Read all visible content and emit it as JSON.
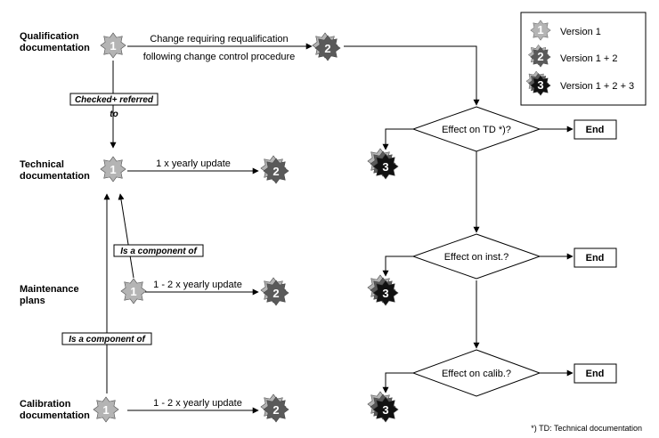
{
  "rows": {
    "qualification": [
      "Qualification",
      "documentation"
    ],
    "technical": [
      "Technical",
      "documentation"
    ],
    "maintenance": [
      "Maintenance",
      "plans"
    ],
    "calibration": [
      "Calibration",
      "documentation"
    ]
  },
  "arrows": {
    "top_line1": "Change requiring requalification",
    "top_line2": "following change control procedure",
    "technical_update": "1 x yearly update",
    "maintenance_update": "1 - 2 x yearly update",
    "calibration_update": "1 - 2 x yearly update"
  },
  "tags": {
    "checked_line1": "Checked+ referred",
    "checked_line2": "to",
    "component_upper": "Is a component of",
    "component_lower": "Is a component of"
  },
  "decisions": {
    "td": "Effect on TD *)?",
    "inst": "Effect on inst.?",
    "calib": "Effect on calib.?"
  },
  "end_label": "End",
  "legend": {
    "v1": "Version 1",
    "v12": "Version 1 + 2",
    "v123": "Version 1 + 2 + 3"
  },
  "badges": {
    "one": "1",
    "two": "2",
    "three": "3"
  },
  "footnote": "*) TD: Technical documentation",
  "colors": {
    "v1": "#b4b4b4",
    "v2": "#5a5a5a",
    "v3": "#111111"
  }
}
